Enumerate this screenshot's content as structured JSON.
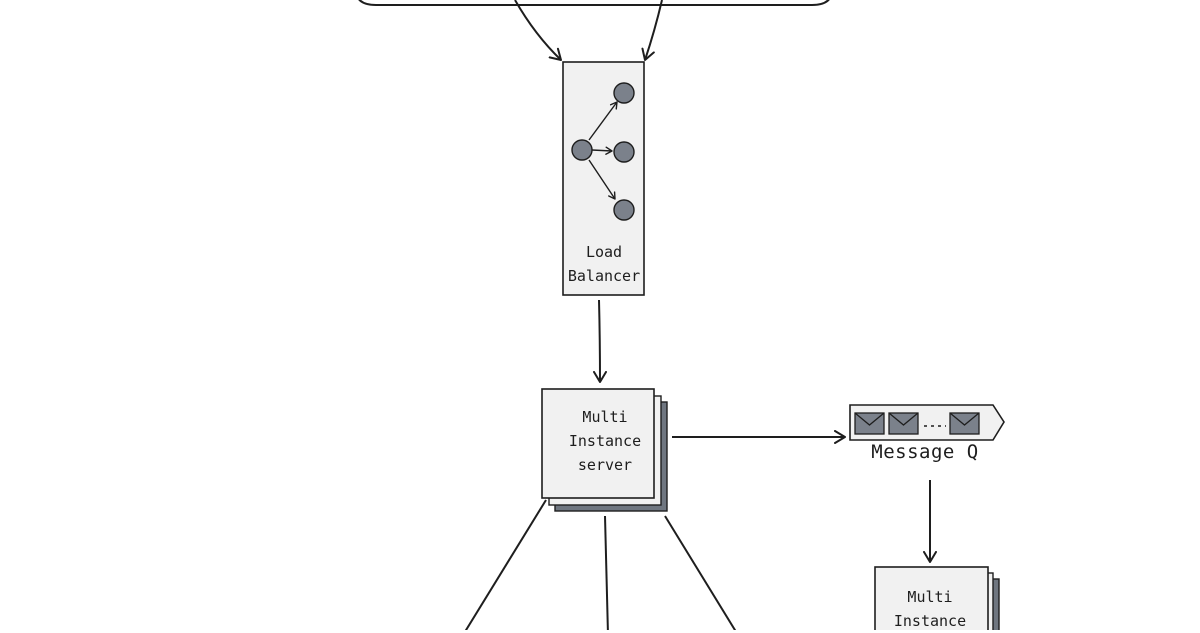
{
  "diagram": {
    "load_balancer": {
      "line1": "Load",
      "line2": "Balancer"
    },
    "server": {
      "line1": "Multi",
      "line2": "Instance",
      "line3": "server"
    },
    "message_queue": {
      "label": "Message Q"
    },
    "server2": {
      "line1": "Multi",
      "line2": "Instance"
    }
  },
  "colors": {
    "stroke": "#1e1e1e",
    "box_fill": "#f1f1f1",
    "node_fill": "#7b818b",
    "shadow_fill": "#6f7680"
  }
}
